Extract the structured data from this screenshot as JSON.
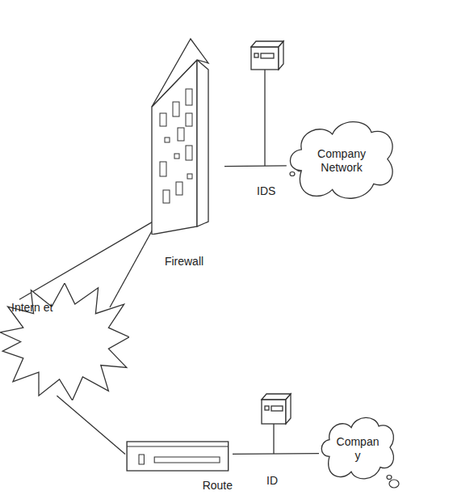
{
  "diagram": {
    "nodes": [
      {
        "text": [
          "Firewall"
        ]
      },
      {
        "text": [
          "Company Network"
        ]
      },
      {
        "text": [
          "Intern et"
        ]
      },
      {
        "text": [
          "Route"
        ]
      },
      {
        "text": [
          "Compan y"
        ]
      }
    ],
    "edges": [
      {
        "from": 2,
        "to": 0,
        "arrow": "none"
      },
      {
        "from": 0,
        "to": 1,
        "arrow": "none"
      },
      {
        "from": 2,
        "to": 3,
        "arrow": "none"
      },
      {
        "from": 3,
        "to": 4,
        "arrow": "none"
      }
    ],
    "labels": [
      "IDS",
      "ID"
    ]
  }
}
